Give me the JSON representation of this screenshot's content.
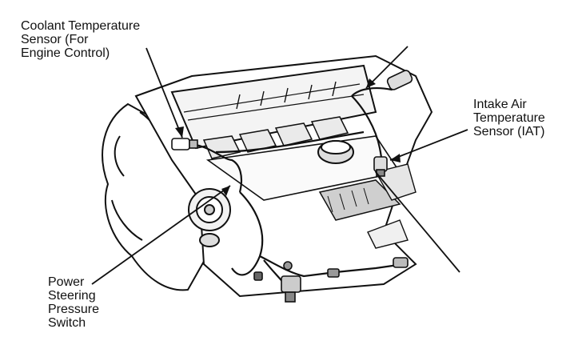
{
  "labels": {
    "coolant_sensor": [
      "Coolant Temperature",
      "Sensor (For",
      "Engine Control)"
    ],
    "intake_air_sensor": [
      "Intake Air",
      "Temperature",
      "Sensor (IAT)"
    ],
    "power_steering_switch": [
      "Power",
      "Steering",
      "Pressure",
      "Switch"
    ]
  },
  "colors": {
    "ink": "#111111",
    "background": "#ffffff",
    "shade": "#9a9a9a"
  }
}
